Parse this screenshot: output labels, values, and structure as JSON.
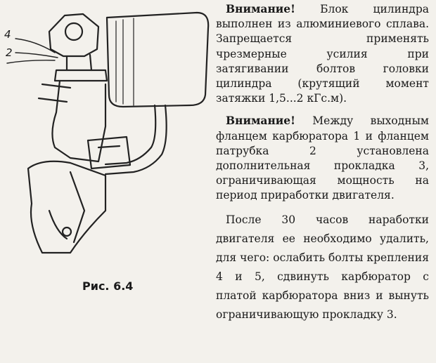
{
  "figure": {
    "caption": "Рис. 6.4",
    "callouts": [
      "4",
      "2"
    ]
  },
  "text": {
    "p1_lead": "Внимание!",
    "p1_body": "Блок цилиндра выполнен из алюминиевого сплава. Запрещается применять чрезмерные усилия при затягивании болтов головки цилиндра (крутящий момент затяжки 1,5...2 кГс.м).",
    "p2_lead": "Внимание!",
    "p2_body": "Между выходным фланцем карбюратора 1 и фланцем патрубка 2 установлена дополнительная прокладка 3, ограничивающая мощность на период приработки двигателя.",
    "p3_body": "После 30 часов наработки двигателя ее необходимо удалить, для чего: ослабить болты крепления 4 и 5, сдвинуть карбюратор с платой карбюратора вниз и вынуть ограничивающую прокладку 3."
  }
}
